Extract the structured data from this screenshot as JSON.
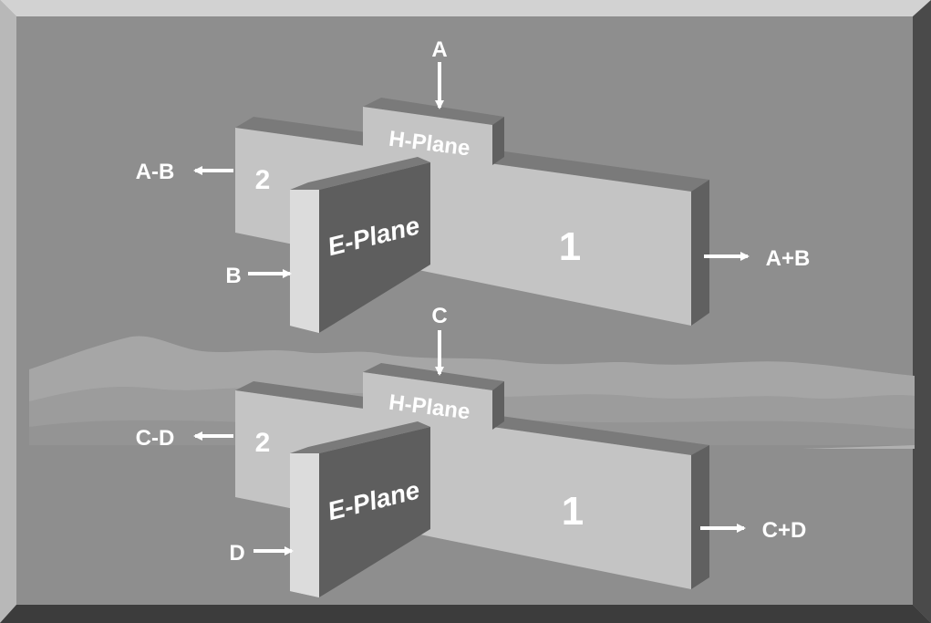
{
  "diagram": {
    "top": {
      "h_plane_label": "H-Plane",
      "e_plane_label": "E-Plane",
      "port_1_label": "1",
      "port_2_label": "2",
      "input_top": "A",
      "input_side": "B",
      "output_difference": "A-B",
      "output_sum": "A+B"
    },
    "bottom": {
      "h_plane_label": "H-Plane",
      "e_plane_label": "E-Plane",
      "port_1_label": "1",
      "port_2_label": "2",
      "input_top": "C",
      "input_side": "D",
      "output_difference": "C-D",
      "output_sum": "C+D"
    }
  },
  "colors": {
    "frame_light": "#d2d2d2",
    "frame_dark": "#3c3c3c",
    "background": "#8e8e8e",
    "block_front": "#c4c4c4",
    "block_top": "#7a7a7a",
    "block_side": "#606060",
    "e_plane_face": "#5e5e5e",
    "e_plane_edge": "#dcdcdc",
    "text": "#ffffff"
  }
}
